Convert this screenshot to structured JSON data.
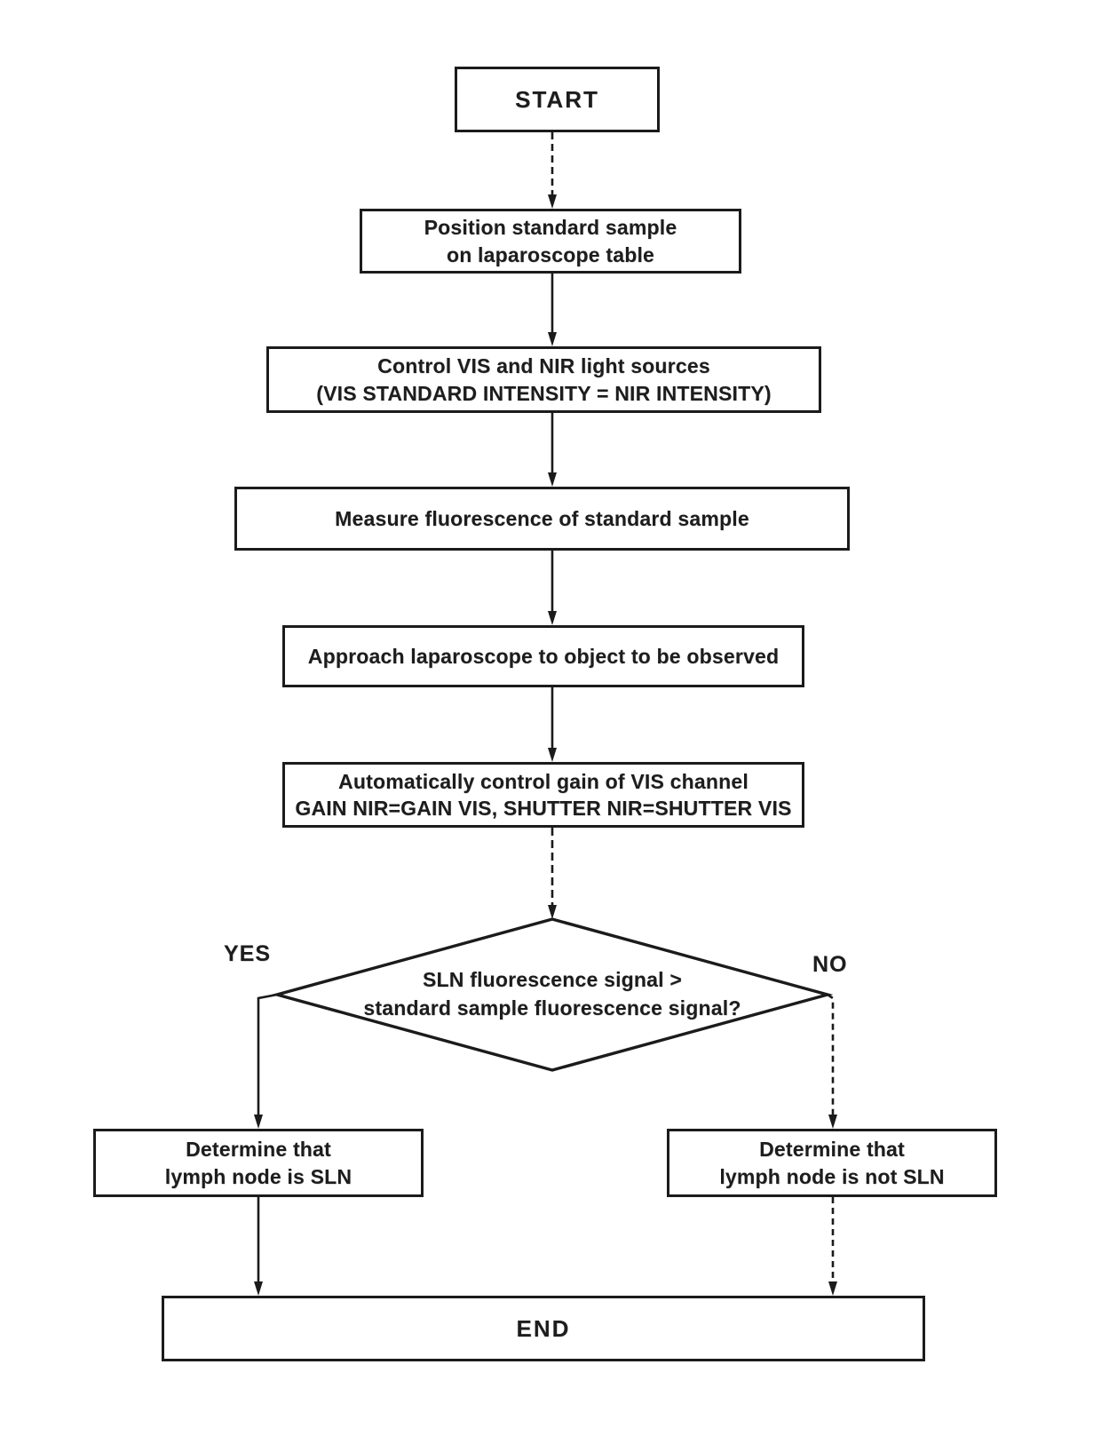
{
  "page": {
    "background": "#ffffff",
    "ink": "#1b1b1b"
  },
  "flowchart": {
    "start": {
      "label": "START"
    },
    "step_position": {
      "line1": "Position standard sample",
      "line2": "on laparoscope table"
    },
    "step_control_light": {
      "line1": "Control VIS and NIR light sources",
      "line2": "(VIS STANDARD INTENSITY = NIR INTENSITY)"
    },
    "step_measure": {
      "label": "Measure fluorescence of standard sample"
    },
    "step_approach": {
      "label": "Approach laparoscope to object to be observed"
    },
    "step_auto_gain": {
      "line1": "Automatically control gain of VIS channel",
      "line2": "GAIN NIR=GAIN VIS, SHUTTER NIR=SHUTTER VIS"
    },
    "decision": {
      "line1": "SLN fluorescence signal >",
      "line2": "standard sample fluorescence signal?"
    },
    "branch_yes": {
      "label": "YES"
    },
    "branch_no": {
      "label": "NO"
    },
    "result_yes": {
      "line1": "Determine that",
      "line2": "lymph node is SLN"
    },
    "result_no": {
      "line1": "Determine that",
      "line2": "lymph node is not SLN"
    },
    "end": {
      "label": "END"
    }
  }
}
